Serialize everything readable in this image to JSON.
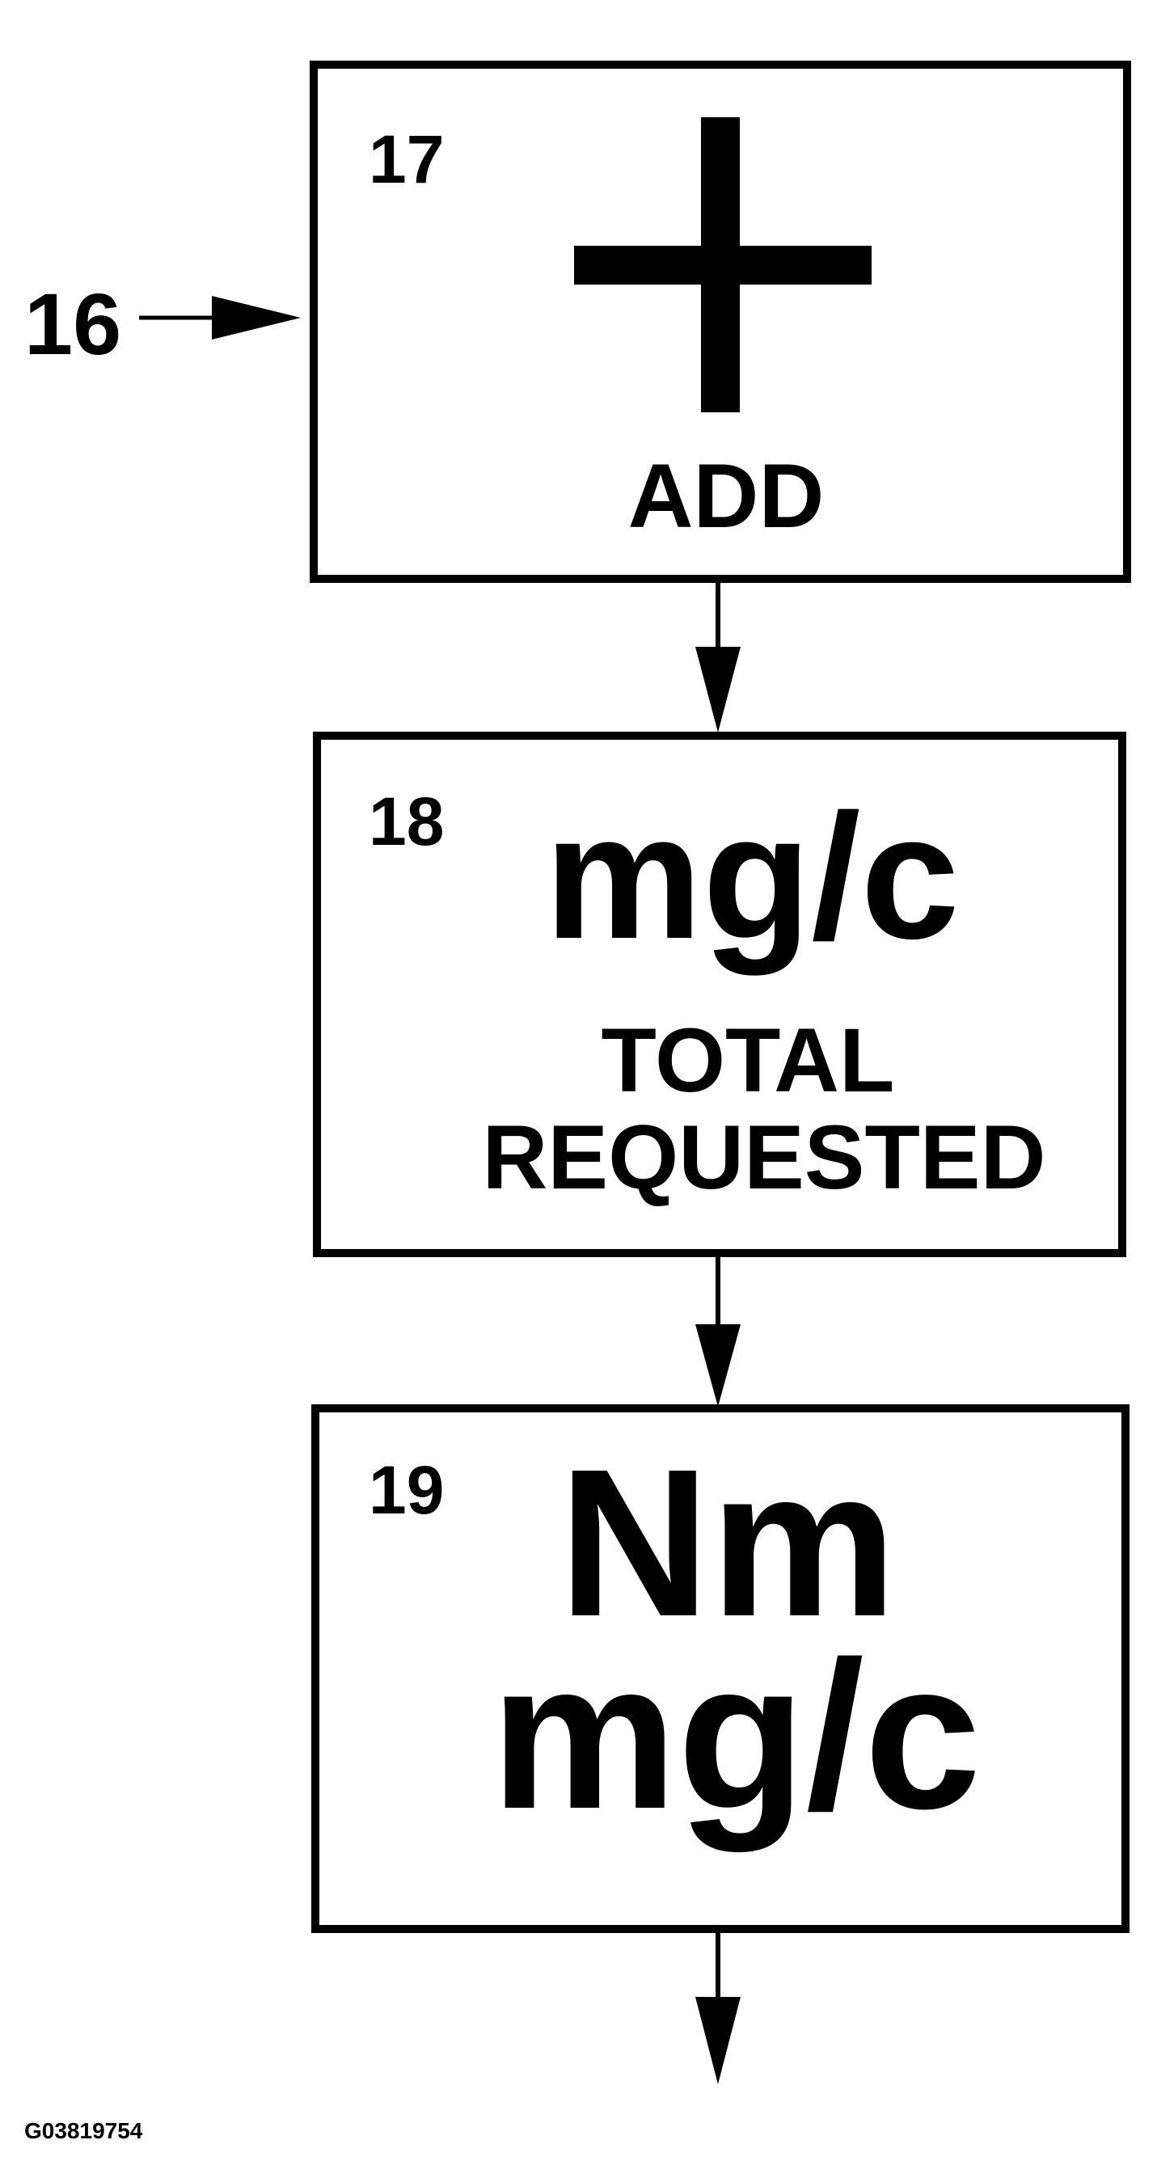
{
  "diagram": {
    "input_ref": "16",
    "blocks": [
      {
        "ref": "17",
        "symbol": "+",
        "label": "ADD"
      },
      {
        "ref": "18",
        "unit": "mg/c",
        "label_line1": "TOTAL",
        "label_line2": "REQUESTED"
      },
      {
        "ref": "19",
        "unit_line1": "Nm",
        "unit_line2": "mg/c"
      }
    ]
  },
  "figure_id": "G03819754",
  "colors": {
    "line": "#000000",
    "background": "#ffffff"
  }
}
